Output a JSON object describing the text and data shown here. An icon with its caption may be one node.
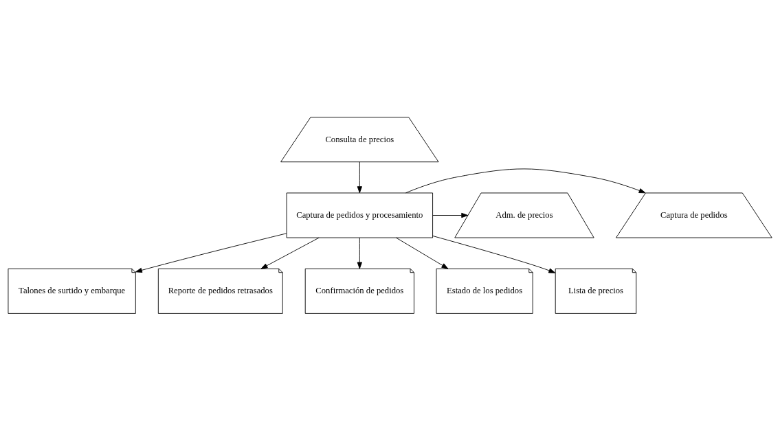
{
  "diagram": {
    "nodes": [
      {
        "text": [
          "Consulta de precios"
        ]
      },
      {
        "text": [
          "Captura de pedidos y procesamiento"
        ]
      },
      {
        "text": [
          "Captura de pedidos"
        ]
      },
      {
        "text": [
          "Adm. de precios"
        ]
      },
      {
        "text": [
          "Talones de surtido y embarque"
        ]
      },
      {
        "text": [
          "Reporte de pedidos retrasados"
        ]
      },
      {
        "text": [
          "Confirmación de pedidos"
        ]
      },
      {
        "text": [
          "Estado de los pedidos"
        ]
      },
      {
        "text": [
          "Lista de precios"
        ]
      }
    ],
    "edges": [
      {
        "from": 0,
        "to": 1,
        "arrow": "to"
      },
      {
        "from": 1,
        "to": 2,
        "arrow": "to"
      },
      {
        "from": 1,
        "to": 3,
        "arrow": "to"
      },
      {
        "from": 1,
        "to": 4,
        "arrow": "to"
      },
      {
        "from": 1,
        "to": 5,
        "arrow": "to"
      },
      {
        "from": 1,
        "to": 6,
        "arrow": "to"
      },
      {
        "from": 1,
        "to": 7,
        "arrow": "to"
      },
      {
        "from": 1,
        "to": 8,
        "arrow": "to"
      }
    ]
  }
}
